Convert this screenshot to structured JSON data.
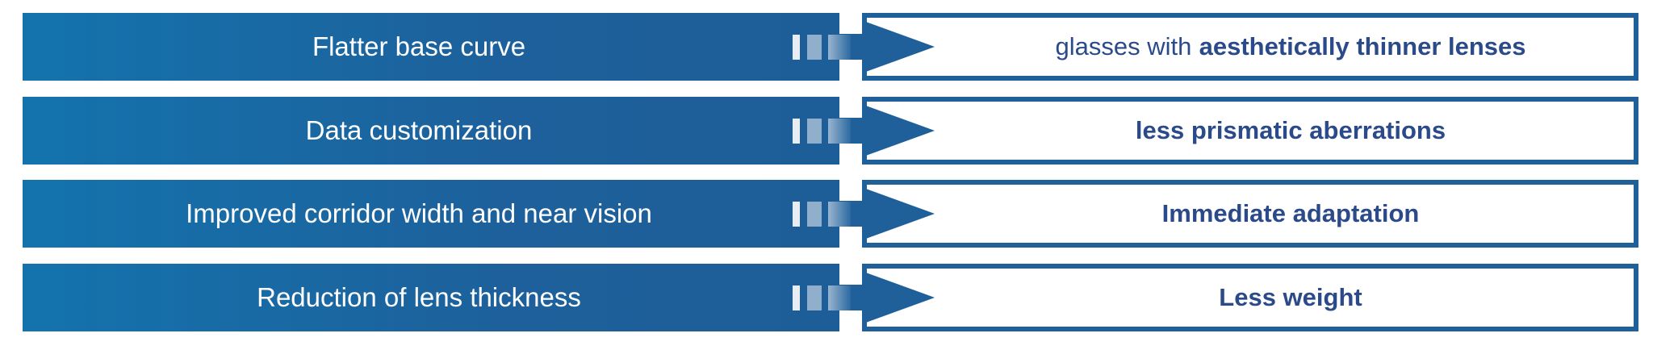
{
  "rows": [
    {
      "cause": "Flatter base curve",
      "effect_prefix": "glasses with",
      "effect_bold": "aesthetically thinner lenses"
    },
    {
      "cause": "Data customization",
      "effect_prefix": "",
      "effect_bold": "less prismatic aberrations"
    },
    {
      "cause": "Improved corridor width and near vision",
      "effect_prefix": "",
      "effect_bold": "Immediate adaptation"
    },
    {
      "cause": "Reduction of lens thickness",
      "effect_prefix": "",
      "effect_bold": "Less weight"
    }
  ],
  "colors": {
    "primary": "#1f5f9a",
    "text": "#2b4a8a"
  }
}
